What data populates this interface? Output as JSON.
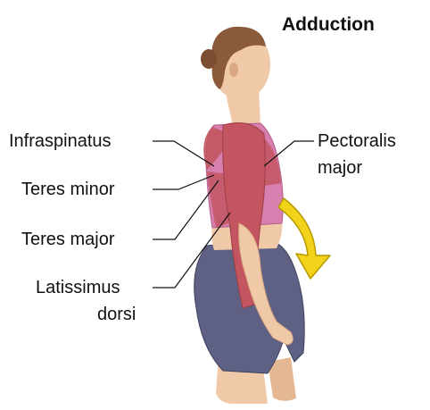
{
  "title": "Adduction",
  "labels": {
    "infraspinatus": "Infraspinatus",
    "teres_minor": "Teres minor",
    "teres_major": "Teres major",
    "latissimus_line1": "Latissimus",
    "latissimus_line2": "dorsi",
    "pectoralis_line1": "Pectoralis",
    "pectoralis_line2": "major"
  },
  "colors": {
    "skin": "#efc9a8",
    "skin_shade": "#d9a882",
    "hair": "#8a5a3a",
    "muscle": "#c2555f",
    "muscle_light": "#d97a80",
    "top": "#d77fae",
    "shorts": "#5f6184",
    "arrow": "#f2d21a",
    "arrow_edge": "#b59a00",
    "leader": "#111111"
  }
}
